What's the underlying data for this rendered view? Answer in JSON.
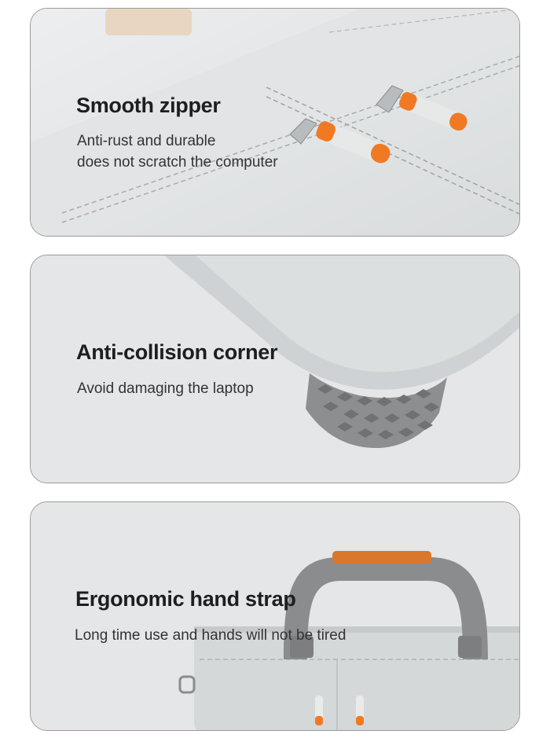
{
  "features": [
    {
      "title": "Smooth zipper",
      "description_lines": [
        "Anti-rust and durable",
        "does not scratch the computer"
      ]
    },
    {
      "title": "Anti-collision corner",
      "description_lines": [
        "Avoid damaging the laptop"
      ]
    },
    {
      "title": "Ergonomic hand strap",
      "description_lines": [
        "Long time use and hands will not be tired"
      ]
    }
  ],
  "colors": {
    "fabric": "#d9dcdd",
    "accent_orange": "#f07a24",
    "strap_orange": "#d9772c",
    "rubber_gray": "#8c8e8f",
    "text_dark": "#1e1e1e"
  }
}
